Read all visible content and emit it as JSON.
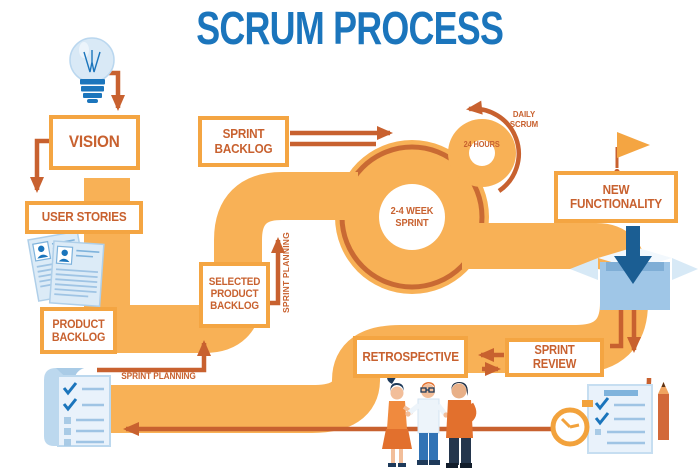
{
  "title": "SCRUM PROCESS",
  "boxes": {
    "vision": "VISION",
    "user_stories": "USER STORIES",
    "product_backlog": "PRODUCT BACKLOG",
    "sprint_backlog": "SPRINT BACKLOG",
    "selected_product_backlog": "SELECTED PRODUCT BACKLOG",
    "new_functionality": "NEW FUNCTIONALITY",
    "retrospective": "RETROSPECTIVE",
    "sprint_review": "SPRINT REVIEW"
  },
  "labels": {
    "sprint_circle": "2-4 WEEK SPRINT",
    "hours_24": "24 HOURS",
    "daily_scrum": "DAILY SCRUM",
    "sprint_planning_vertical": "SPRINT PLANNING",
    "sprint_planning_bottom": "SPRINT PLANNING"
  },
  "icons": [
    "lightbulb-icon",
    "user-story-cards-icon",
    "checklist-scroll-icon",
    "flag-icon",
    "delivery-box-icon",
    "down-arrow-icon",
    "stopwatch-icon",
    "review-document-icon",
    "pencil-icon",
    "team-members-illustration"
  ],
  "colors": {
    "title_blue": "#1B75BC",
    "band_orange": "#F8B156",
    "dark_orange": "#C8612F",
    "box_border_orange": "#F4A542",
    "icon_blue_light": "#D9E9F6",
    "icon_blue": "#9FC6E7",
    "icon_blue_dark": "#1B75BC",
    "navy": "#1E3A5A"
  }
}
